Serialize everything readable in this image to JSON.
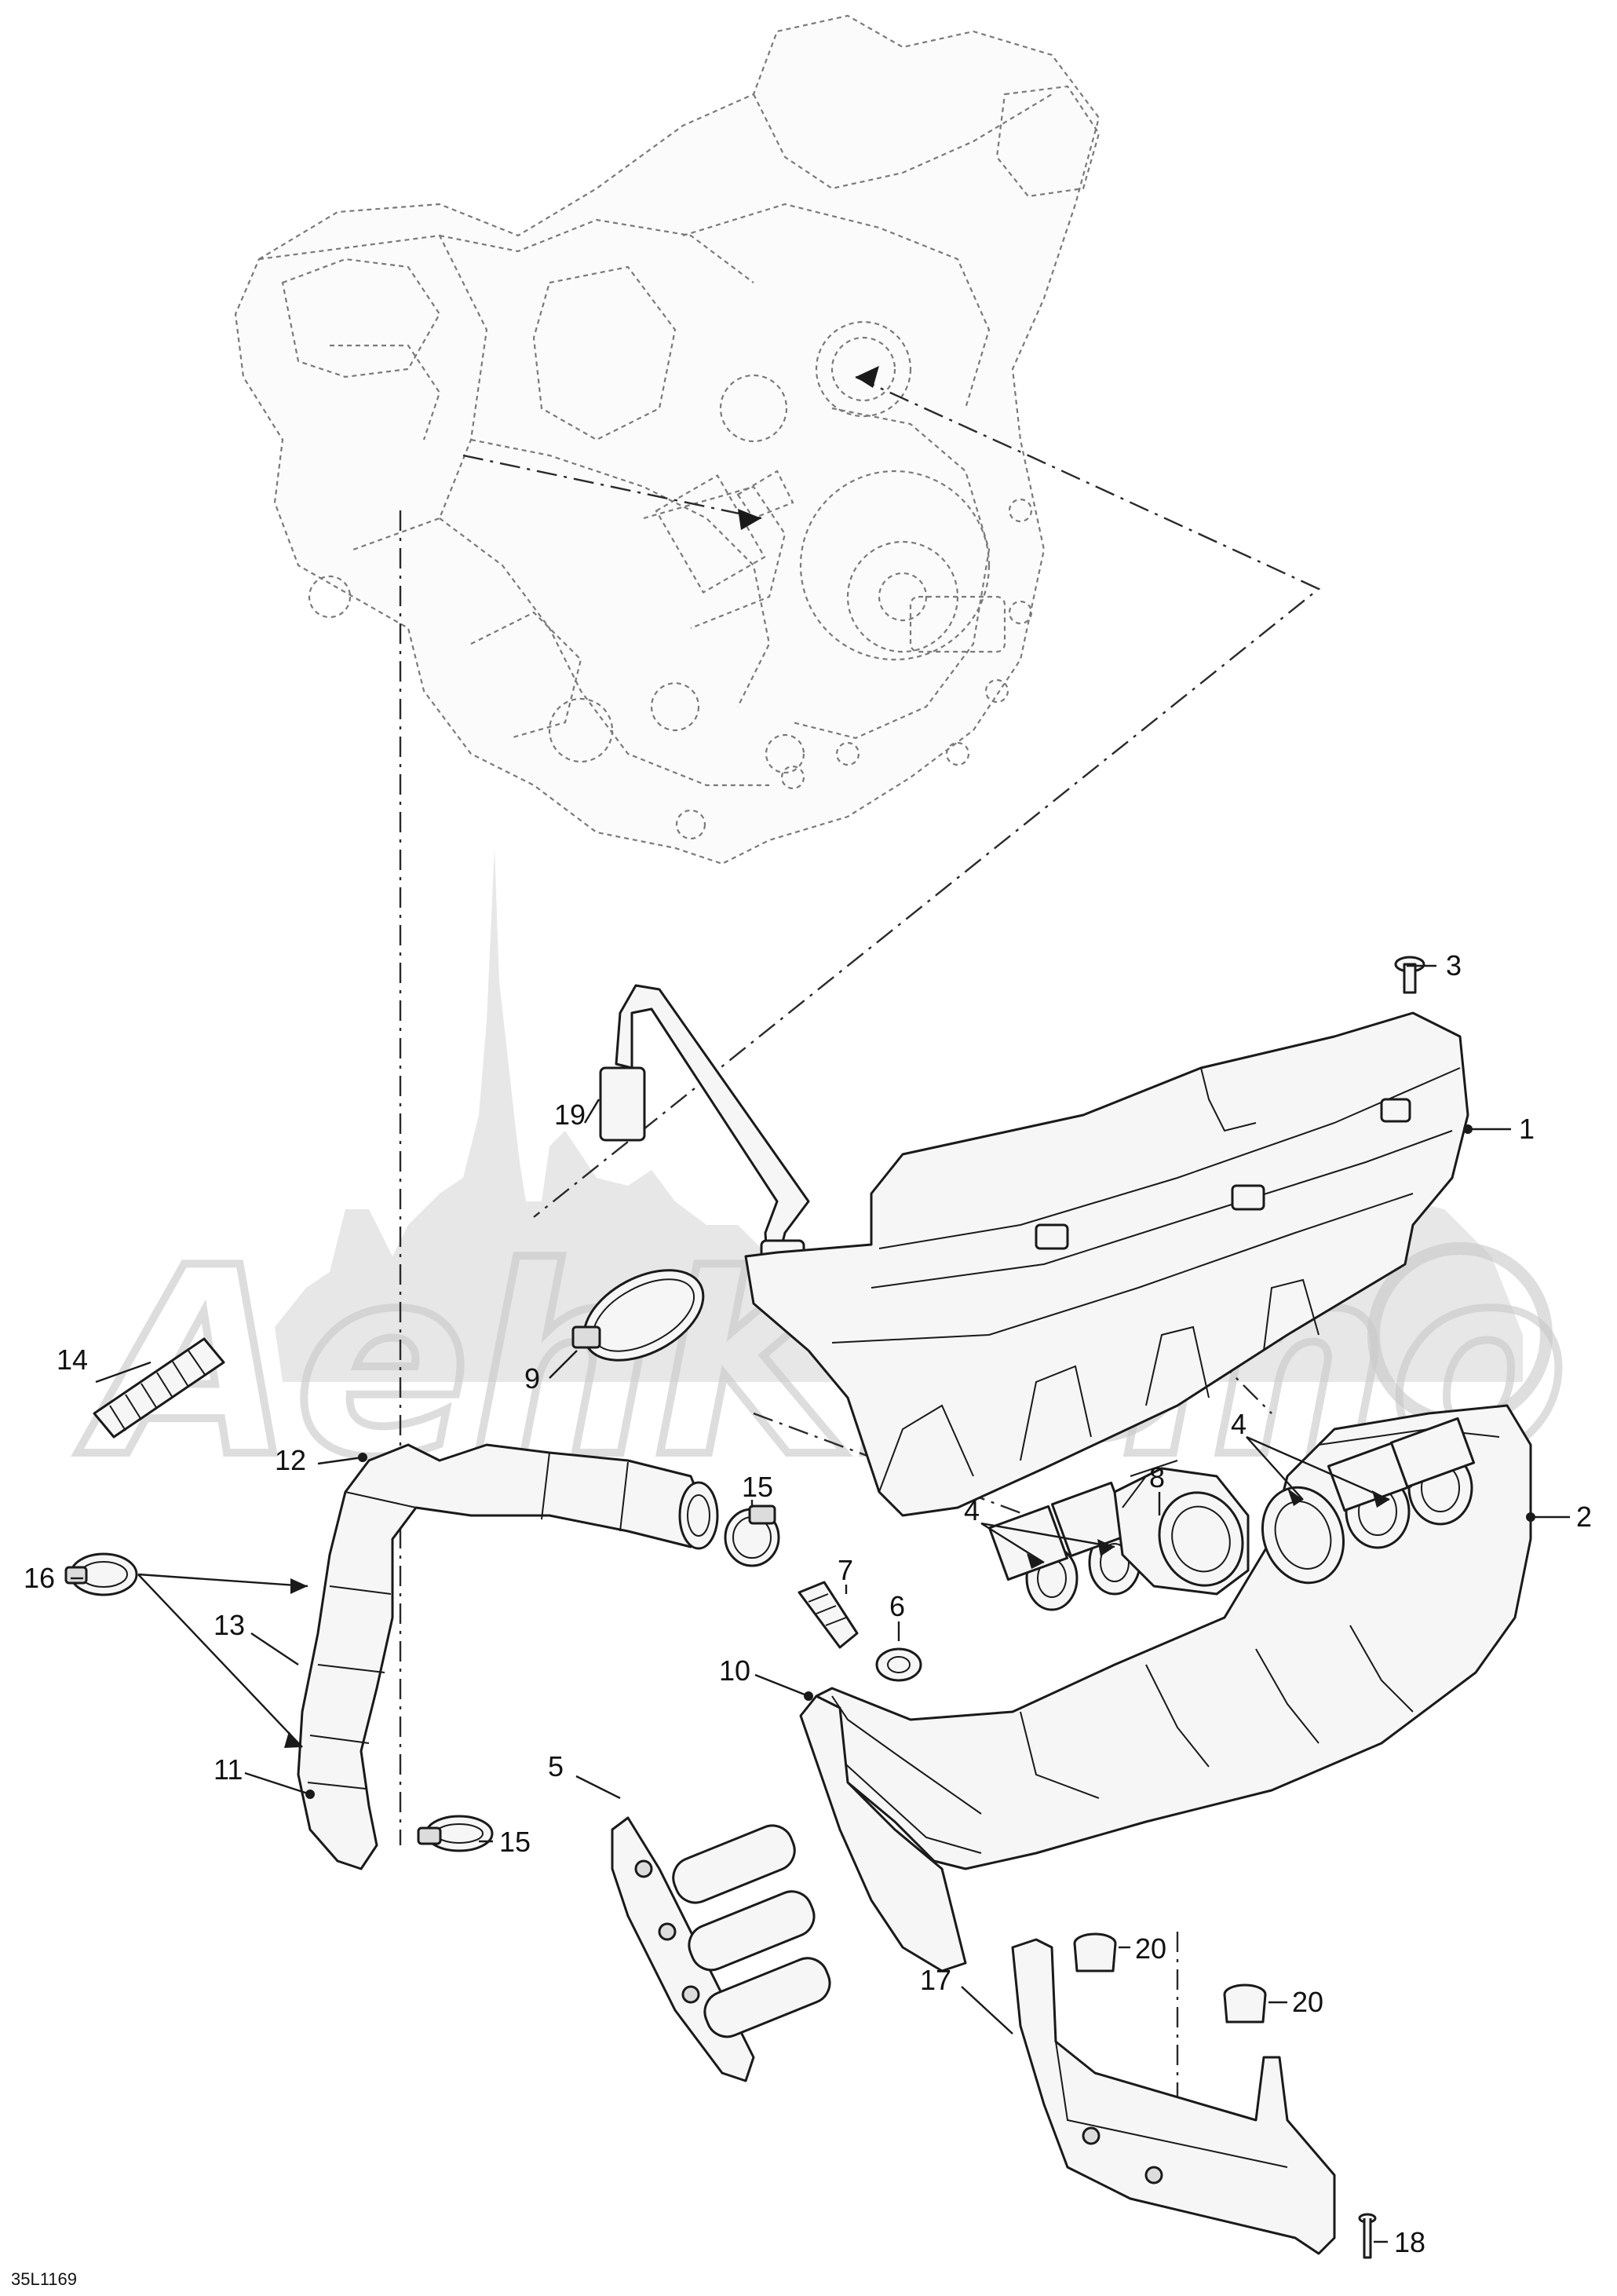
{
  "diagram_code": "35L1169",
  "watermark_text": "AehKiemo",
  "callouts": [
    {
      "id": "c1",
      "label": "1"
    },
    {
      "id": "c2",
      "label": "2"
    },
    {
      "id": "c3",
      "label": "3"
    },
    {
      "id": "c4a",
      "label": "4"
    },
    {
      "id": "c4b",
      "label": "4"
    },
    {
      "id": "c5",
      "label": "5"
    },
    {
      "id": "c6",
      "label": "6"
    },
    {
      "id": "c7",
      "label": "7"
    },
    {
      "id": "c8",
      "label": "8"
    },
    {
      "id": "c9",
      "label": "9"
    },
    {
      "id": "c10",
      "label": "10"
    },
    {
      "id": "c11",
      "label": "11"
    },
    {
      "id": "c12",
      "label": "12"
    },
    {
      "id": "c13",
      "label": "13"
    },
    {
      "id": "c14",
      "label": "14"
    },
    {
      "id": "c15a",
      "label": "15"
    },
    {
      "id": "c15b",
      "label": "15"
    },
    {
      "id": "c16",
      "label": "16"
    },
    {
      "id": "c17",
      "label": "17"
    },
    {
      "id": "c18",
      "label": "18"
    },
    {
      "id": "c19",
      "label": "19"
    },
    {
      "id": "c20a",
      "label": "20"
    },
    {
      "id": "c20b",
      "label": "20"
    }
  ]
}
